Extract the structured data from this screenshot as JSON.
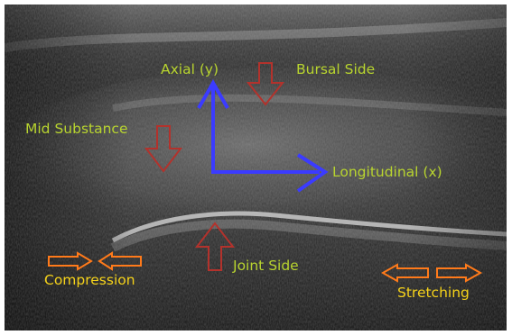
{
  "labels": {
    "axial": "Axial (y)",
    "bursal_side": "Bursal Side",
    "mid_substance": "Mid Substance",
    "longitudinal": "Longitudinal (x)",
    "joint_side": "Joint Side",
    "compression": "Compression",
    "stretching": "Stretching"
  },
  "colors": {
    "label_green": "#b8d42f",
    "label_yellow": "#f5d21a",
    "axis_blue": "#3b3bff",
    "red_arrow": "#b3322c",
    "orange_arrow": "#ff7a1a",
    "background": "#2a2a2a"
  },
  "icons": {
    "axial_axis": "arrow-up-icon",
    "longitudinal_axis": "arrow-right-icon",
    "bursal_side": "arrow-down-icon",
    "mid_substance": "arrow-down-icon",
    "joint_side": "arrow-up-icon",
    "compression": "arrows-inward-icon",
    "stretching": "arrows-outward-icon"
  }
}
